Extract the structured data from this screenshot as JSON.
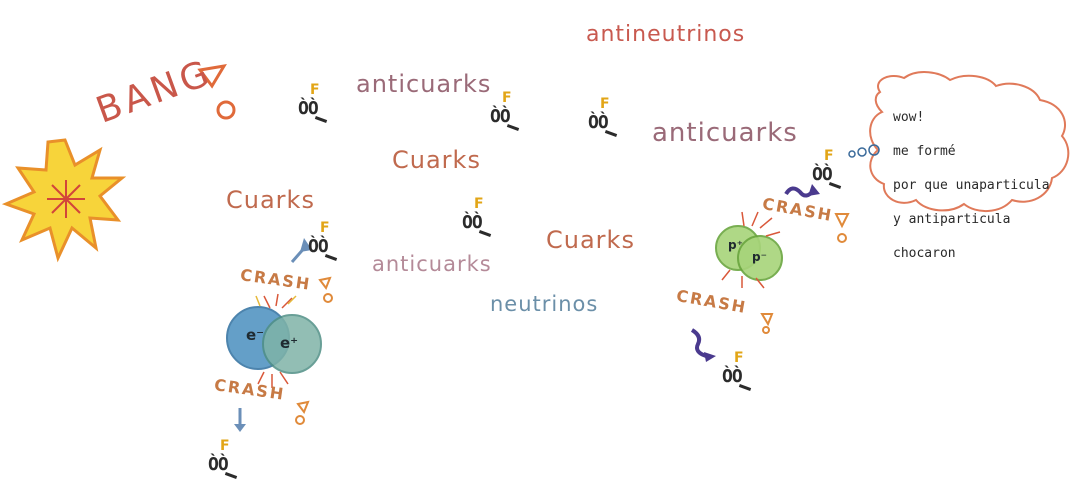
{
  "drawing": {
    "bang": "BANG",
    "words": {
      "antineutrinos": "antineutrinos",
      "anticuarks_1": "anticuarks",
      "anticuarks_2": "anticuarks",
      "anticuarks_3": "anticuarks",
      "cuarks_1": "Cuarks",
      "cuarks_2": "Cuarks",
      "cuarks_3": "Cuarks",
      "neutrinos": "neutrinos"
    },
    "crash": [
      "CRASH",
      "CRASH",
      "CRASH",
      "CRASH"
    ],
    "face_letter": "F",
    "face_eyes": "ÒÒ",
    "electron_label": "e⁻",
    "positron_label": "e⁺",
    "proton_label": "p⁺",
    "antiproton_label": "p⁻",
    "speech_bubble": {
      "line1": "wow!",
      "line2": "me formé",
      "line3": "por que unaparticula",
      "line4": "y antiparticula",
      "line5": "chocaron"
    }
  },
  "colors": {
    "background": "#ffffff",
    "bang_text": "#c9574a",
    "explosion_fill": "#f7d43a",
    "explosion_outline": "#e9902a",
    "explosion_center": "#d2453a",
    "antineutrinos": "#c8594f",
    "anticuarks": "#9a6a78",
    "cuarks": "#c06a4e",
    "neutrinos": "#6b8fa8",
    "crash": "#c77a45",
    "face_letter": "#e2a516",
    "electron_ball": "#4a8fbf",
    "positron_ball": "#7fb3a8",
    "proton_ball": "#8cc35a",
    "arrow_purple": "#4a3a8e",
    "bubble_outline": "#e07a5a"
  }
}
